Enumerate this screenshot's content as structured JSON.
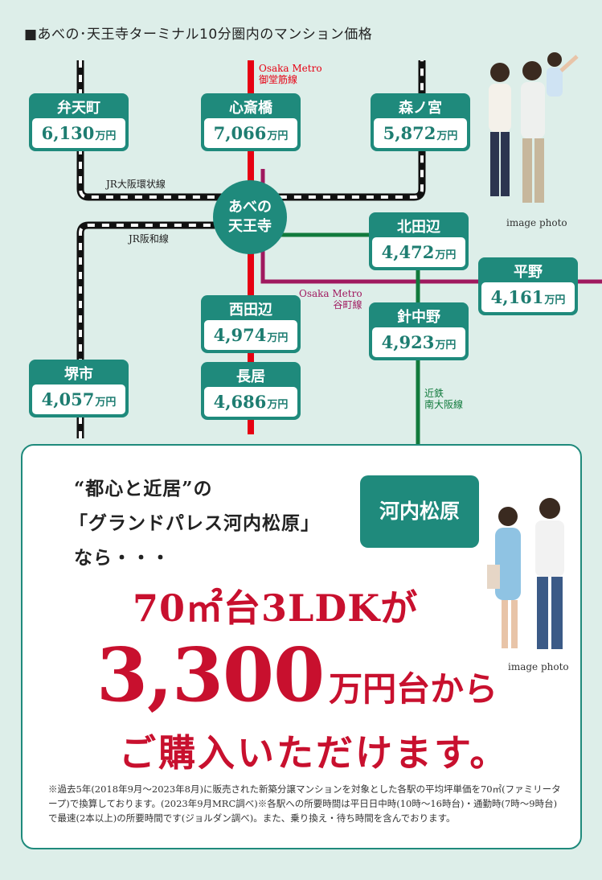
{
  "header": {
    "title": "■あべの･天王寺ターミナル10分圏内のマンション価格"
  },
  "unit": "万円",
  "hub": {
    "line1": "あべの",
    "line2": "天王寺"
  },
  "stations": [
    {
      "id": "benten",
      "name": "弁天町",
      "price": "6,130"
    },
    {
      "id": "shinsaibashi",
      "name": "心斎橋",
      "price": "7,066"
    },
    {
      "id": "morinomiya",
      "name": "森ノ宮",
      "price": "5,872"
    },
    {
      "id": "kitatanabe",
      "name": "北田辺",
      "price": "4,472"
    },
    {
      "id": "hirano",
      "name": "平野",
      "price": "4,161"
    },
    {
      "id": "nishitanabe",
      "name": "西田辺",
      "price": "4,974"
    },
    {
      "id": "harinakano",
      "name": "針中野",
      "price": "4,923"
    },
    {
      "id": "nagai",
      "name": "長居",
      "price": "4,686"
    },
    {
      "id": "sakaishi",
      "name": "堺市",
      "price": "4,057"
    }
  ],
  "lines": {
    "midosuji": {
      "en": "Osaka Metro",
      "jp": "御堂筋線",
      "color": "#e60012"
    },
    "tanimachi": {
      "en": "Osaka Metro",
      "jp": "谷町線",
      "color": "#a0195f"
    },
    "loop": {
      "label": "JR大阪環状線"
    },
    "hanwa": {
      "label": "JR阪和線"
    },
    "kintetsu": {
      "l1": "近鉄",
      "l2": "南大阪線",
      "color": "#117a3c"
    }
  },
  "photo_caption": "image photo",
  "intro": {
    "line1": "“都心と近居”の",
    "line2": "「グランドパレス河内松原」",
    "line3": "なら・・・"
  },
  "destination": "河内松原",
  "headline": {
    "line1": "70㎡台3LDKが",
    "price": "3,300",
    "price_suffix": "万円台から",
    "line3": "ご購入いただけます。"
  },
  "note": "※過去5年(2018年9月〜2023年8月)に販売された新築分譲マンションを対象とした各駅の平均坪単価を70㎡(ファミリータープ)で換算しております。(2023年9月MRC調べ)※各駅への所要時間は平日日中時(10時〜16時台)・通勤時(7時〜9時台)で最速(2本以上)の所要時間です(ジョルダン調べ)。また、乗り換え・待ち時間を含んでおります。"
}
